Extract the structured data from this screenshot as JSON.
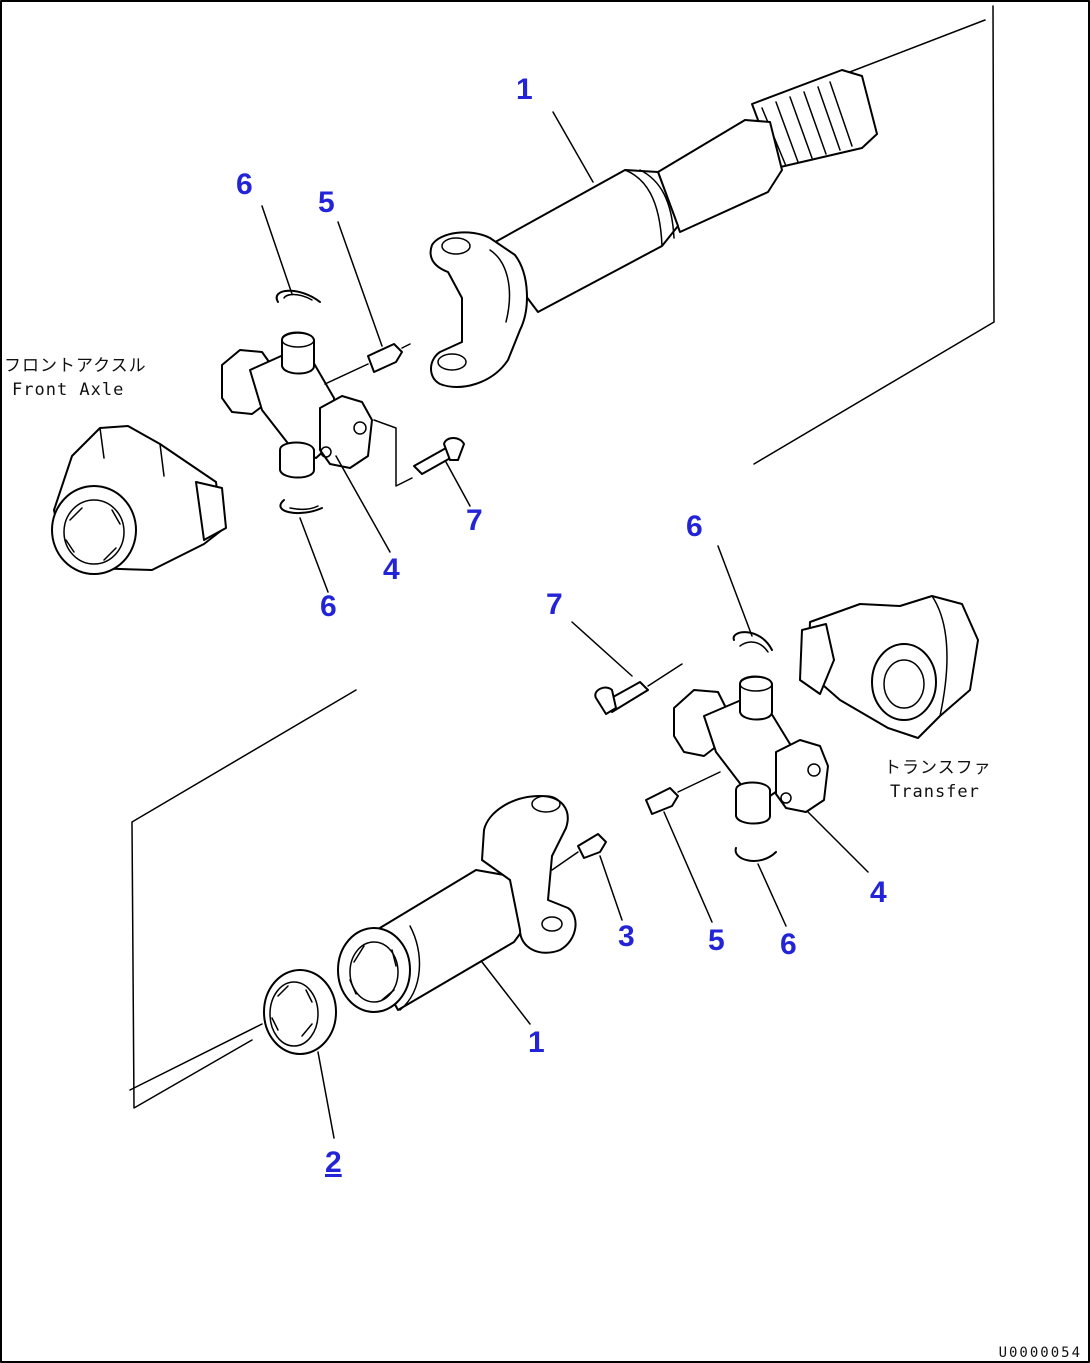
{
  "callouts": {
    "c1_top": "1",
    "c6_top": "6",
    "c5_top": "5",
    "c7_top": "7",
    "c4_top": "4",
    "c6_mid_left": "6",
    "c6_mid_right": "6",
    "c7_mid": "7",
    "c4_right": "4",
    "c3": "3",
    "c5_bottom": "5",
    "c6_bottom": "6",
    "c1_bottom": "1",
    "c2": "2"
  },
  "labels": {
    "front_axle_jp": "フロントアクスル",
    "front_axle_en": "Front Axle",
    "transfer_jp": "トランスファ",
    "transfer_en": "Transfer"
  },
  "drawing_code": "U0000054",
  "colors": {
    "callout": "#2323d8",
    "linework": "#000000",
    "background": "#ffffff"
  }
}
